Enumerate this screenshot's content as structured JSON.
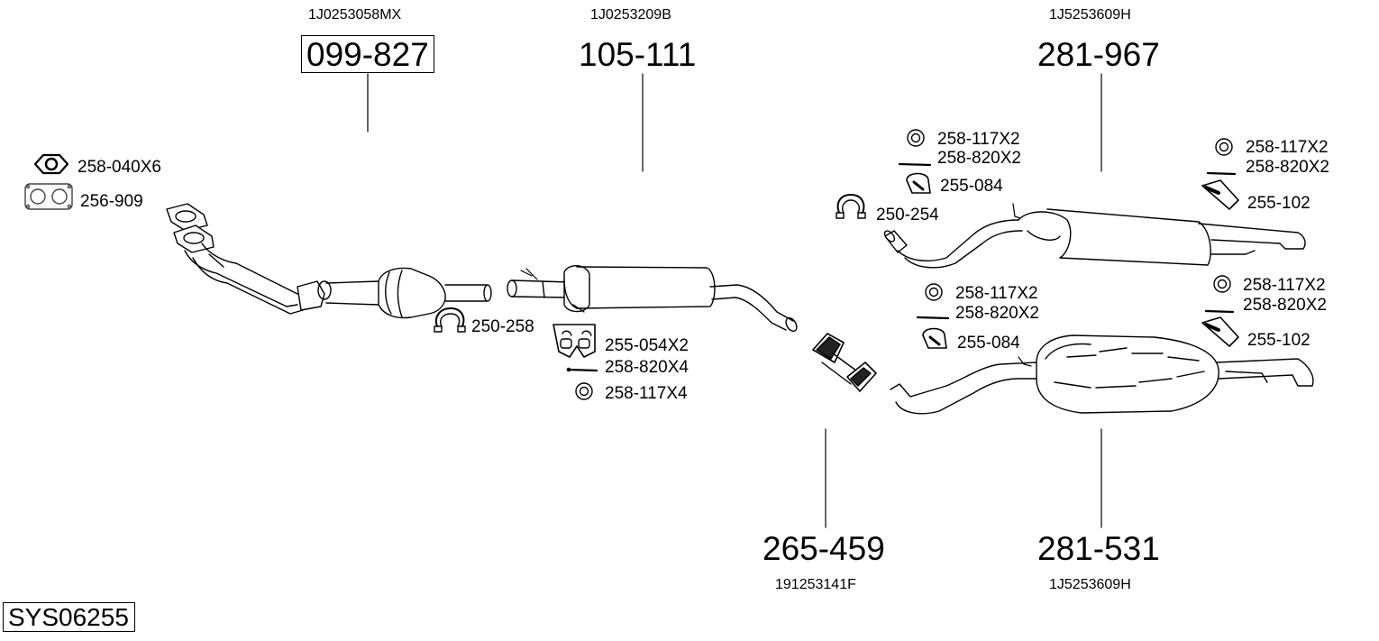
{
  "system_code": "SYS06255",
  "parts": [
    {
      "number": "099-827",
      "oem": "1J0253058MX",
      "boxed": true
    },
    {
      "number": "105-111",
      "oem": "1J0253209B",
      "boxed": false
    },
    {
      "number": "281-967",
      "oem": "1J5253609H",
      "boxed": false
    },
    {
      "number": "265-459",
      "oem": "191253141F",
      "boxed": false
    },
    {
      "number": "281-531",
      "oem": "1J5253609H",
      "boxed": false
    }
  ],
  "accessories": {
    "nut_258_040": "258-040X6",
    "gasket_256_909": "256-909",
    "clamp_250_258": "250-258",
    "hanger_255_054": "255-054X2",
    "bolt_258_820_x4": "258-820X4",
    "washer_258_117_x4": "258-117X4",
    "clamp_250_254": "250-254",
    "upper_a_washer": "258-117X2",
    "upper_a_bolt": "258-820X2",
    "upper_a_hanger": "255-084",
    "upper_b_washer": "258-117X2",
    "upper_b_bolt": "258-820X2",
    "upper_b_hanger": "255-102",
    "lower_a_washer": "258-117X2",
    "lower_a_bolt": "258-820X2",
    "lower_a_hanger": "255-084",
    "lower_b_washer": "258-117X2",
    "lower_b_bolt": "258-820X2",
    "lower_b_hanger": "255-102"
  }
}
